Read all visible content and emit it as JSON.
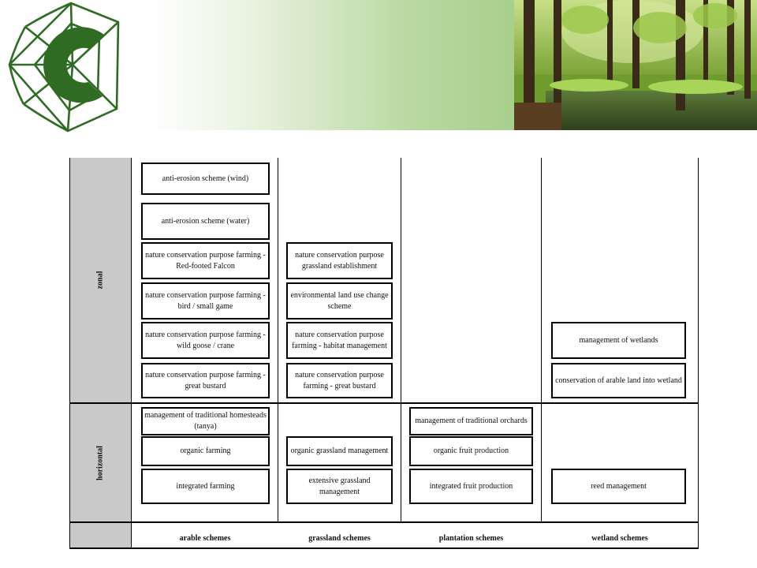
{
  "row_labels": {
    "zonal": "zonal",
    "horizontal": "horizontal"
  },
  "column_labels": [
    "arable schemes",
    "grassland schemes",
    "plantation schemes",
    "wetland schemes"
  ],
  "schemes": {
    "arable": {
      "wind": "anti-erosion scheme (wind)",
      "water": "anti-erosion scheme (water)",
      "red_footed_falcon": "nature conservation purpose farming - Red-footed Falcon",
      "bird_small_game": "nature conservation purpose farming - bird / small game",
      "wild_goose_crane": "nature conservation purpose farming - wild goose / crane",
      "great_bustard": "nature conservation purpose farming - great bustard",
      "homesteads": "management of traditional homesteads (tanya)",
      "organic_farming": "organic farming",
      "integrated_farming": "integrated farming"
    },
    "grassland": {
      "establishment": "nature conservation purpose grassland establishment",
      "land_use_change": "environmental land use change scheme",
      "habitat_management": "nature conservation purpose farming - habitat management",
      "great_bustard": "nature conservation purpose farming - great bustard",
      "organic": "organic grassland management",
      "extensive": "extensive grassland management"
    },
    "plantation": {
      "orchards": "management of traditional orchards",
      "organic_fruit": "organic fruit production",
      "integrated_fruit": "integrated fruit production"
    },
    "wetland": {
      "wetlands": "management of wetlands",
      "arable_conversion": "conservation of arable land into wetland",
      "reed": "reed management"
    }
  },
  "colors": {
    "logo_green": "#2f6b23",
    "row_label_bg": "#c9c9c9"
  }
}
